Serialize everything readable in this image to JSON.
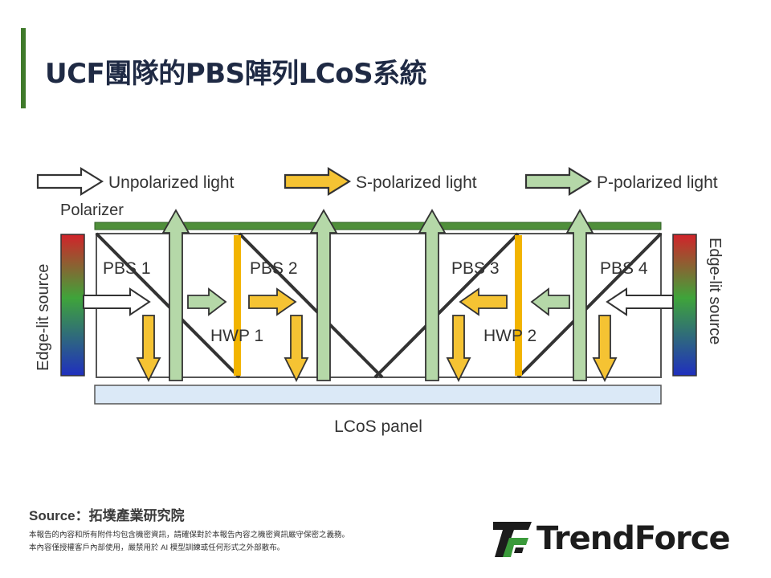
{
  "slide": {
    "title": "UCF團隊的PBS陣列LCoS系統"
  },
  "legend": {
    "unpolarized": "Unpolarized light",
    "s_polarized": "S-polarized light",
    "p_polarized": "P-polarized light"
  },
  "labels": {
    "polarizer": "Polarizer",
    "edge_left": "Edge-lit source",
    "edge_right": "Edge-lit source",
    "pbs1": "PBS 1",
    "pbs2": "PBS 2",
    "pbs3": "PBS 3",
    "pbs4": "PBS 4",
    "hwp1": "HWP 1",
    "hwp2": "HWP 2",
    "lcos": "LCoS panel"
  },
  "footer": {
    "source": "Source：拓墣產業研究院",
    "note_line1": "本報告的內容和所有附件均包含機密資訊，請確保對於本報告內容之機密資訊嚴守保密之義務。",
    "note_line2": "本內容僅授權客戶內部使用，嚴禁用於 AI 模型訓練或任何形式之外部散布。",
    "logo_text": "TrendForce"
  },
  "colors": {
    "accent": "#3f7a2a",
    "s_arrow": "#f5c333",
    "p_arrow": "#b5d8a8",
    "hwp": "#f2b400",
    "polarizer": "#4f8f3a",
    "panel": "#dbe9f7"
  }
}
